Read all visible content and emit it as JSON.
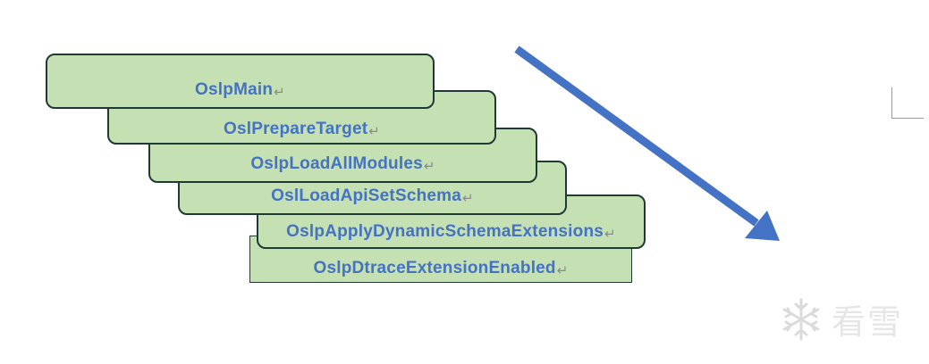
{
  "boxes": [
    {
      "label": "OslpMain"
    },
    {
      "label": "OslPrepareTarget"
    },
    {
      "label": "OslpLoadAllModules"
    },
    {
      "label": "OslLoadApiSetSchema"
    },
    {
      "label": "OslpApplyDynamicSchemaExtensions"
    },
    {
      "label": "OslpDtraceExtensionEnabled"
    }
  ],
  "paragraph_mark": "↵",
  "watermark": {
    "text": "看雪",
    "icon": "snowflake-icon"
  },
  "colors": {
    "box_fill": "#c5e0b3",
    "box_border": "#1e3a33",
    "label_text": "#4472c4",
    "arrow": "#4472c4"
  }
}
